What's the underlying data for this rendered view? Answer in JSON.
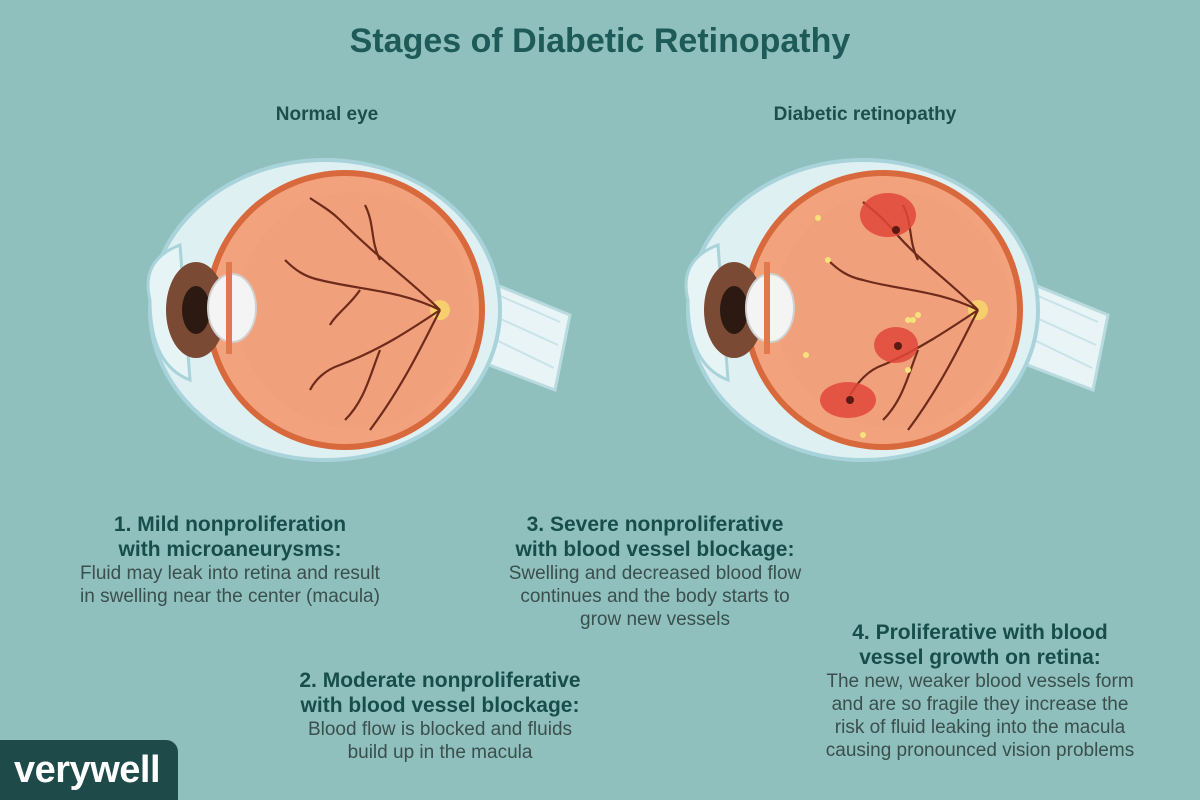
{
  "title": "Stages of Diabetic Retinopathy",
  "labels": {
    "normal": "Normal eye",
    "diabetic": "Diabetic retinopathy"
  },
  "stages": [
    {
      "heading_line1": "1. Mild nonproliferation",
      "heading_line2": "with microaneurysms:",
      "desc_line1": "Fluid may leak into retina and result",
      "desc_line2": "in swelling near the center (macula)"
    },
    {
      "heading_line1": "2. Moderate nonproliferative",
      "heading_line2": "with blood vessel blockage:",
      "desc_line1": "Blood flow is blocked and fluids",
      "desc_line2": "build up in the macula"
    },
    {
      "heading_line1": "3. Severe nonproliferative",
      "heading_line2": "with blood vessel blockage:",
      "desc_line1": "Swelling and decreased blood flow",
      "desc_line2": "continues and the body starts to",
      "desc_line3": "grow new vessels"
    },
    {
      "heading_line1": "4. Proliferative with blood",
      "heading_line2": "vessel growth on retina:",
      "desc_line1": "The new, weaker blood vessels form",
      "desc_line2": "and are so fragile they increase the",
      "desc_line3": "risk of fluid leaking into the macula",
      "desc_line4": "causing pronounced vision problems"
    }
  ],
  "brand": "verywell",
  "colors": {
    "background": "#8fc0bd",
    "title": "#1e5a57",
    "eyeball": "#e98a5e",
    "sclera": "#dceff2",
    "hemorrhage": "#e0463a",
    "logo_bg": "#1f4a4a"
  }
}
